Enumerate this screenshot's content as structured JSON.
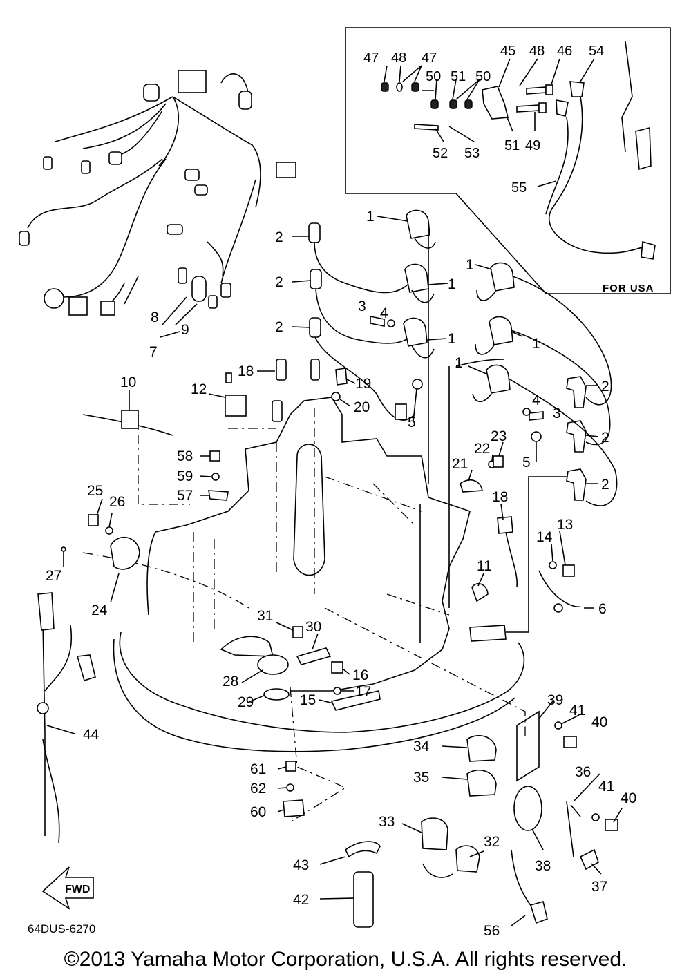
{
  "diagram_code": "64DUS-6270",
  "copyright": "©2013 Yamaha Motor Corporation, U.S.A. All rights reserved.",
  "inset_note": "FOR USA",
  "arrow_label": "FWD",
  "callouts": {
    "c1a": "1",
    "c1b": "1",
    "c1c": "1",
    "c1d": "1",
    "c1e": "1",
    "c1f": "1",
    "c2a": "2",
    "c2b": "2",
    "c2c": "2",
    "c2d": "2",
    "c2e": "2",
    "c2f": "2",
    "c3a": "3",
    "c3b": "3",
    "c4a": "4",
    "c4b": "4",
    "c5a": "5",
    "c5b": "5",
    "c6": "6",
    "c7": "7",
    "c8": "8",
    "c9": "9",
    "c10": "10",
    "c11": "11",
    "c12": "12",
    "c13": "13",
    "c14": "14",
    "c15": "15",
    "c16": "16",
    "c17": "17",
    "c18a": "18",
    "c18b": "18",
    "c19": "19",
    "c20": "20",
    "c21": "21",
    "c22": "22",
    "c23": "23",
    "c24": "24",
    "c25": "25",
    "c26": "26",
    "c27": "27",
    "c28": "28",
    "c29": "29",
    "c30": "30",
    "c31": "31",
    "c32": "32",
    "c33": "33",
    "c34": "34",
    "c35": "35",
    "c36": "36",
    "c37": "37",
    "c38": "38",
    "c39": "39",
    "c40a": "40",
    "c40b": "40",
    "c41a": "41",
    "c41b": "41",
    "c42": "42",
    "c43": "43",
    "c44": "44",
    "c45": "45",
    "c46": "46",
    "c47a": "47",
    "c47b": "47",
    "c48a": "48",
    "c48b": "48",
    "c49": "49",
    "c50a": "50",
    "c50b": "50",
    "c51a": "51",
    "c51b": "51",
    "c52": "52",
    "c53": "53",
    "c54": "54",
    "c55": "55",
    "c56": "56",
    "c57": "57",
    "c58": "58",
    "c59": "59",
    "c60": "60",
    "c61": "61",
    "c62": "62"
  }
}
